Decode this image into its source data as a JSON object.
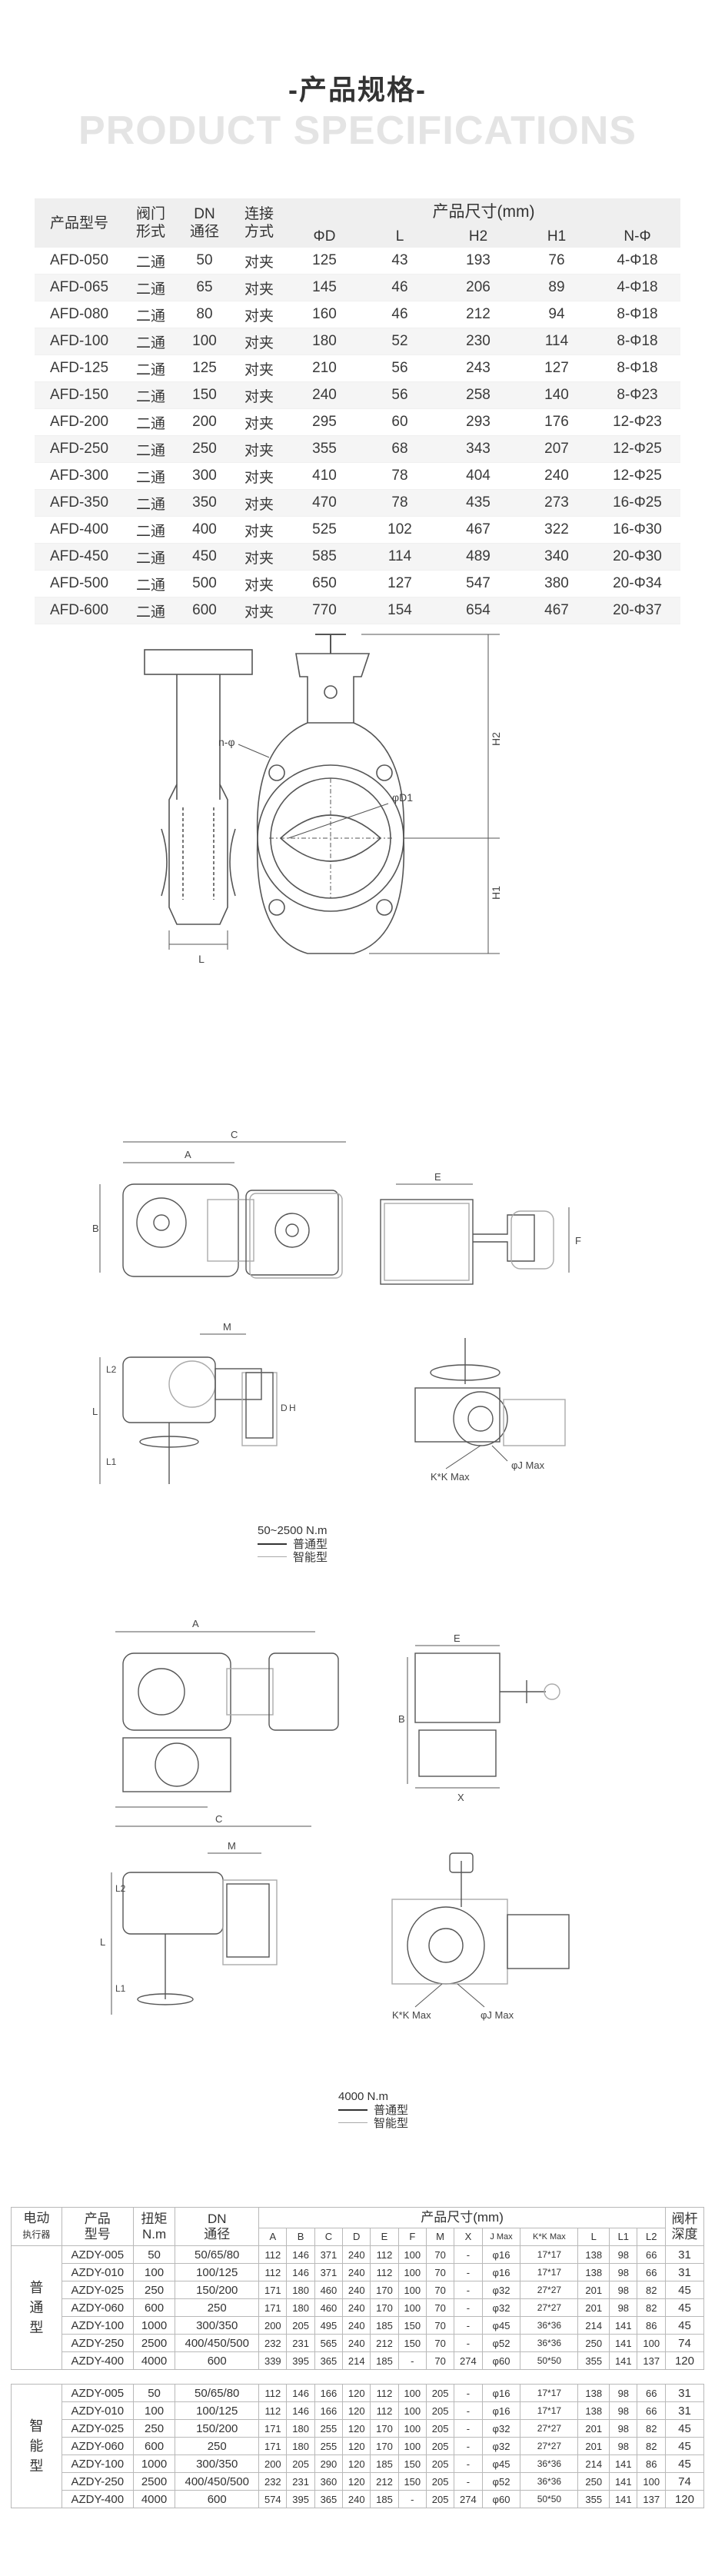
{
  "page": {
    "title": "-产品规格-",
    "subtitle": "PRODUCT SPECIFICATIONS"
  },
  "spec_table": {
    "headers": {
      "model": "产品型号",
      "form": "阀门\n形式",
      "dn": "DN\n通径",
      "connect": "连接\n方式",
      "size_group": "产品尺寸(mm)",
      "size_cols": [
        "ΦD",
        "L",
        "H2",
        "H1",
        "N-Φ"
      ]
    },
    "rows": [
      [
        "AFD-050",
        "二通",
        "50",
        "对夹",
        "125",
        "43",
        "193",
        "76",
        "4-Φ18"
      ],
      [
        "AFD-065",
        "二通",
        "65",
        "对夹",
        "145",
        "46",
        "206",
        "89",
        "4-Φ18"
      ],
      [
        "AFD-080",
        "二通",
        "80",
        "对夹",
        "160",
        "46",
        "212",
        "94",
        "8-Φ18"
      ],
      [
        "AFD-100",
        "二通",
        "100",
        "对夹",
        "180",
        "52",
        "230",
        "114",
        "8-Φ18"
      ],
      [
        "AFD-125",
        "二通",
        "125",
        "对夹",
        "210",
        "56",
        "243",
        "127",
        "8-Φ18"
      ],
      [
        "AFD-150",
        "二通",
        "150",
        "对夹",
        "240",
        "56",
        "258",
        "140",
        "8-Φ23"
      ],
      [
        "AFD-200",
        "二通",
        "200",
        "对夹",
        "295",
        "60",
        "293",
        "176",
        "12-Φ23"
      ],
      [
        "AFD-250",
        "二通",
        "250",
        "对夹",
        "355",
        "68",
        "343",
        "207",
        "12-Φ25"
      ],
      [
        "AFD-300",
        "二通",
        "300",
        "对夹",
        "410",
        "78",
        "404",
        "240",
        "12-Φ25"
      ],
      [
        "AFD-350",
        "二通",
        "350",
        "对夹",
        "470",
        "78",
        "435",
        "273",
        "16-Φ25"
      ],
      [
        "AFD-400",
        "二通",
        "400",
        "对夹",
        "525",
        "102",
        "467",
        "322",
        "16-Φ30"
      ],
      [
        "AFD-450",
        "二通",
        "450",
        "对夹",
        "585",
        "114",
        "489",
        "340",
        "20-Φ30"
      ],
      [
        "AFD-500",
        "二通",
        "500",
        "对夹",
        "650",
        "127",
        "547",
        "380",
        "20-Φ34"
      ],
      [
        "AFD-600",
        "二通",
        "600",
        "对夹",
        "770",
        "154",
        "654",
        "467",
        "20-Φ37"
      ]
    ]
  },
  "valve_drawing": {
    "labels": {
      "n_phi": "n-φ",
      "phi_d": "φD1",
      "h2": "H2",
      "h1": "H1",
      "l": "L"
    }
  },
  "actuator_drawing_1": {
    "labels": {
      "a": "A",
      "c": "C",
      "b": "B",
      "e": "E",
      "f": "F",
      "m": "M",
      "l2": "L2",
      "l": "L",
      "l1": "L1",
      "d": "D",
      "h": "H",
      "kk": "K*K Max",
      "j": "φJ Max"
    },
    "torque": "50~2500 N.m",
    "legend": [
      "普通型",
      "智能型"
    ]
  },
  "actuator_drawing_2": {
    "labels": {
      "a": "A",
      "c": "C",
      "b": "B",
      "e": "E",
      "x": "X",
      "m": "M",
      "l2": "L2",
      "l": "L",
      "l1": "L1",
      "kk": "K*K Max",
      "j": "φJ Max"
    },
    "torque": "4000 N.m",
    "legend": [
      "普通型",
      "智能型"
    ]
  },
  "actuator_table": {
    "headers": {
      "actuator": "电动",
      "actuator_sub": "执行器",
      "model": "产品\n型号",
      "torque": "扭矩\nN.m",
      "dn": "DN\n通径",
      "size_group": "产品尺寸(mm)",
      "stem": "阀杆\n深度",
      "size_cols": [
        "A",
        "B",
        "C",
        "D",
        "E",
        "F",
        "M",
        "X",
        "J Max",
        "K*K Max",
        "L",
        "L1",
        "L2"
      ]
    },
    "groups": [
      {
        "name": "普\n通\n型",
        "rows": [
          [
            "AZDY-005",
            "50",
            "50/65/80",
            "112",
            "146",
            "371",
            "240",
            "112",
            "100",
            "70",
            "-",
            "φ16",
            "17*17",
            "138",
            "98",
            "66",
            "31"
          ],
          [
            "AZDY-010",
            "100",
            "100/125",
            "112",
            "146",
            "371",
            "240",
            "112",
            "100",
            "70",
            "-",
            "φ16",
            "17*17",
            "138",
            "98",
            "66",
            "31"
          ],
          [
            "AZDY-025",
            "250",
            "150/200",
            "171",
            "180",
            "460",
            "240",
            "170",
            "100",
            "70",
            "-",
            "φ32",
            "27*27",
            "201",
            "98",
            "82",
            "45"
          ],
          [
            "AZDY-060",
            "600",
            "250",
            "171",
            "180",
            "460",
            "240",
            "170",
            "100",
            "70",
            "-",
            "φ32",
            "27*27",
            "201",
            "98",
            "82",
            "45"
          ],
          [
            "AZDY-100",
            "1000",
            "300/350",
            "200",
            "205",
            "495",
            "240",
            "185",
            "150",
            "70",
            "-",
            "φ45",
            "36*36",
            "214",
            "141",
            "86",
            "45"
          ],
          [
            "AZDY-250",
            "2500",
            "400/450/500",
            "232",
            "231",
            "565",
            "240",
            "212",
            "150",
            "70",
            "-",
            "φ52",
            "36*36",
            "250",
            "141",
            "100",
            "74"
          ],
          [
            "AZDY-400",
            "4000",
            "600",
            "339",
            "395",
            "365",
            "214",
            "185",
            "-",
            "70",
            "274",
            "φ60",
            "50*50",
            "355",
            "141",
            "137",
            "120"
          ]
        ]
      },
      {
        "name": "智\n能\n型",
        "rows": [
          [
            "AZDY-005",
            "50",
            "50/65/80",
            "112",
            "146",
            "166",
            "120",
            "112",
            "100",
            "205",
            "-",
            "φ16",
            "17*17",
            "138",
            "98",
            "66",
            "31"
          ],
          [
            "AZDY-010",
            "100",
            "100/125",
            "112",
            "146",
            "166",
            "120",
            "112",
            "100",
            "205",
            "-",
            "φ16",
            "17*17",
            "138",
            "98",
            "66",
            "31"
          ],
          [
            "AZDY-025",
            "250",
            "150/200",
            "171",
            "180",
            "255",
            "120",
            "170",
            "100",
            "205",
            "-",
            "φ32",
            "27*27",
            "201",
            "98",
            "82",
            "45"
          ],
          [
            "AZDY-060",
            "600",
            "250",
            "171",
            "180",
            "255",
            "120",
            "170",
            "100",
            "205",
            "-",
            "φ32",
            "27*27",
            "201",
            "98",
            "82",
            "45"
          ],
          [
            "AZDY-100",
            "1000",
            "300/350",
            "200",
            "205",
            "290",
            "120",
            "185",
            "150",
            "205",
            "-",
            "φ45",
            "36*36",
            "214",
            "141",
            "86",
            "45"
          ],
          [
            "AZDY-250",
            "2500",
            "400/450/500",
            "232",
            "231",
            "360",
            "120",
            "212",
            "150",
            "205",
            "-",
            "φ52",
            "36*36",
            "250",
            "141",
            "100",
            "74"
          ],
          [
            "AZDY-400",
            "4000",
            "600",
            "574",
            "395",
            "365",
            "240",
            "185",
            "-",
            "205",
            "274",
            "φ60",
            "50*50",
            "355",
            "141",
            "137",
            "120"
          ]
        ]
      }
    ]
  }
}
